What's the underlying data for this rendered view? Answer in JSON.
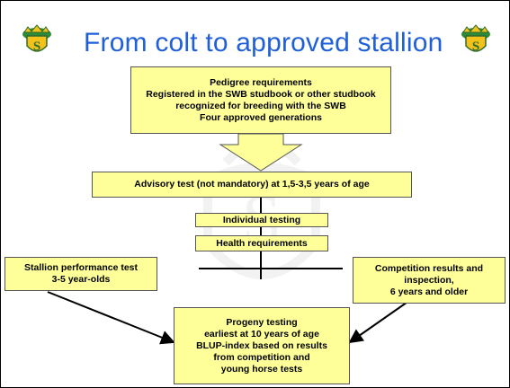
{
  "title": "From colt to approved stallion",
  "logo_icon": "swb-crest-icon",
  "colors": {
    "title": "#1f5fd8",
    "box_fill": "#ffff99",
    "box_border": "#555555"
  },
  "boxes": {
    "pedigree": [
      "Pedigree requirements",
      "Registered in the SWB studbook or other studbook",
      "recognized for breeding with the SWB",
      "Four approved generations"
    ],
    "advisory": "Advisory test (not mandatory) at 1,5-3,5 years of age",
    "individual": "Individual testing",
    "health": "Health requirements",
    "stallion": [
      "Stallion performance test",
      "3-5 year-olds"
    ],
    "competition": [
      "Competition results and",
      "inspection,",
      "6 years and older"
    ],
    "progeny": [
      "Progeny testing",
      "earliest at 10 years of age",
      "BLUP-index based on results",
      "from competition and",
      "young horse tests"
    ]
  }
}
